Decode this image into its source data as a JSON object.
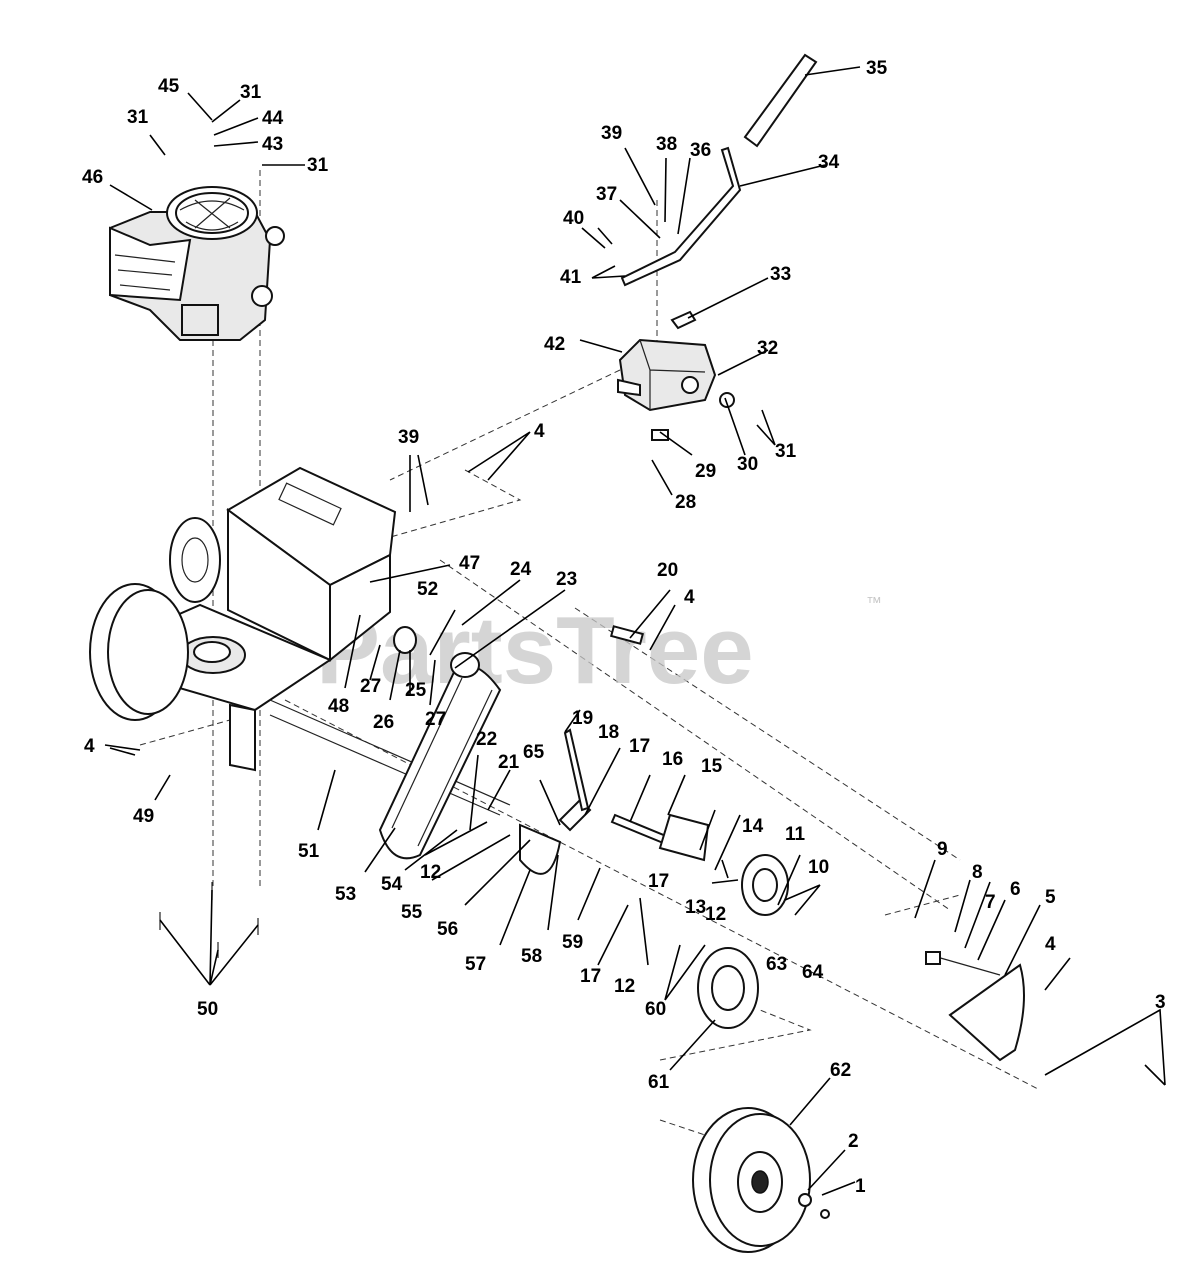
{
  "watermark": {
    "text": "PartsTree",
    "trademark": "™"
  },
  "callouts": [
    "1",
    "2",
    "3",
    "4",
    "5",
    "6",
    "7",
    "8",
    "9",
    "10",
    "11",
    "12",
    "13",
    "14",
    "15",
    "16",
    "17",
    "18",
    "19",
    "20",
    "21",
    "22",
    "23",
    "24",
    "25",
    "26",
    "27",
    "28",
    "29",
    "30",
    "31",
    "32",
    "33",
    "34",
    "35",
    "36",
    "37",
    "38",
    "39",
    "40",
    "41",
    "42",
    "43",
    "44",
    "45",
    "46",
    "47",
    "48",
    "49",
    "50",
    "51",
    "52",
    "53",
    "54",
    "55",
    "56",
    "57",
    "58",
    "59",
    "60",
    "61",
    "62",
    "63",
    "64",
    "65"
  ]
}
